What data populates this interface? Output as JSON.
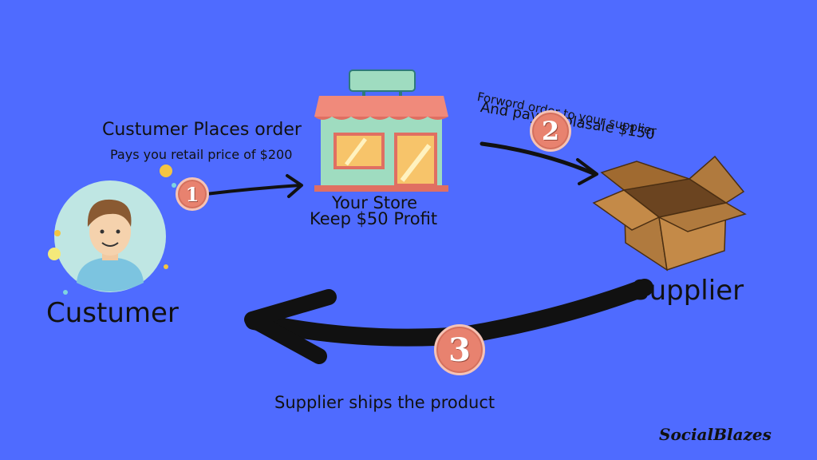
{
  "customer": {
    "label": "Custumer",
    "action_title": "Custumer Places order",
    "action_detail": "Pays you retail price of $200"
  },
  "store": {
    "label": "Your Store",
    "profit": "Keep $50 Profit"
  },
  "supplier": {
    "label": "Supplier",
    "forward_line1": "Forword order to your supplier",
    "forward_line2": "And pay wholasale $150",
    "ships": "Supplier ships the product"
  },
  "steps": [
    "1",
    "2",
    "3"
  ],
  "brand": "SocialBlazes",
  "colors": {
    "background": "#4f6bff",
    "badge": "#e8826f",
    "store_wall": "#9fdcc0",
    "store_awning": "#f08a7b",
    "box": "#b07a3e"
  },
  "icons": [
    "customer-avatar-icon",
    "store-icon",
    "box-icon",
    "arrow-icon"
  ]
}
